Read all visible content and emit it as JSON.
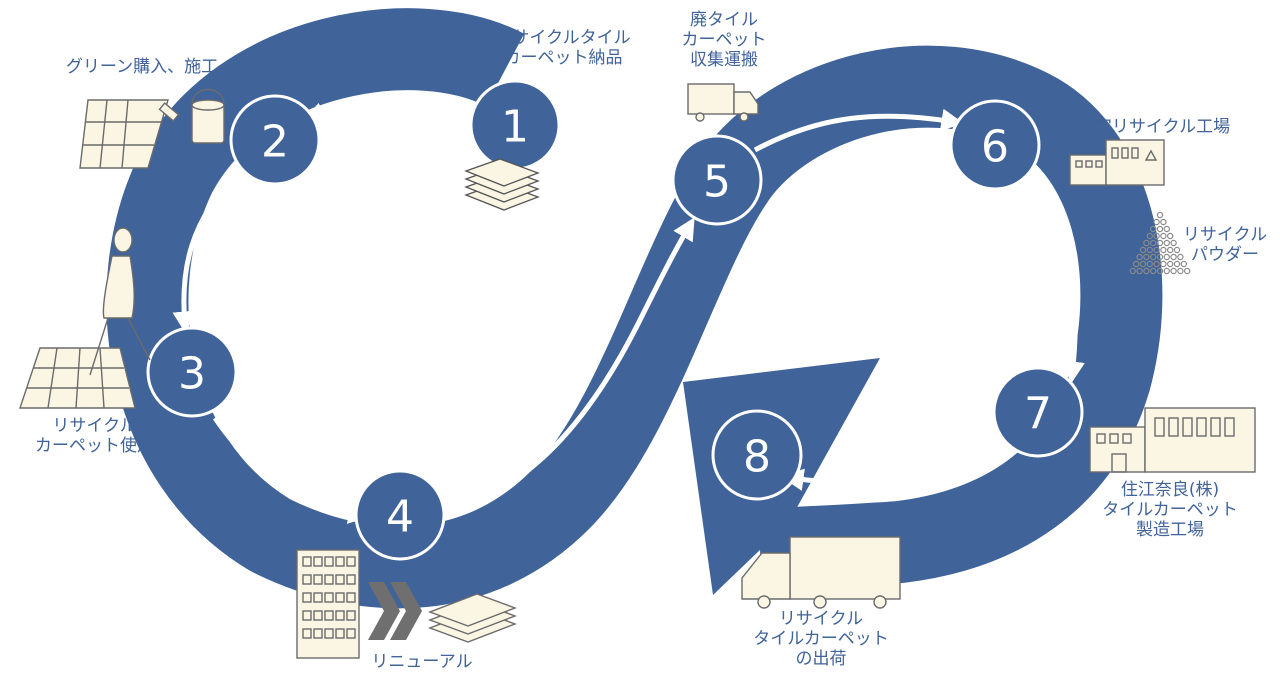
{
  "labels": {
    "step1": "リサイクルタイル\nカーペット納品",
    "step2": "グリーン購入、施工",
    "step3": "リサイクル\nカーペット使用",
    "step4": "リニューアル",
    "step5": "廃タイル\nカーペット\n収集運搬",
    "step6": "指定リサイクル工場",
    "powder": "リサイクル\nパウダー",
    "step7": "住江奈良(株)\nタイルカーペット\n製造工場",
    "step8": "リサイクル\nタイルカーペット\nの出荷"
  },
  "steps": [
    "1",
    "2",
    "3",
    "4",
    "5",
    "6",
    "7",
    "8"
  ],
  "colors": {
    "band": "#40639a",
    "white": "#ffffff",
    "icon_fill": "#fbf6e4",
    "icon_stroke": "#6b6b6b",
    "chevron": "#6f6f6f"
  }
}
